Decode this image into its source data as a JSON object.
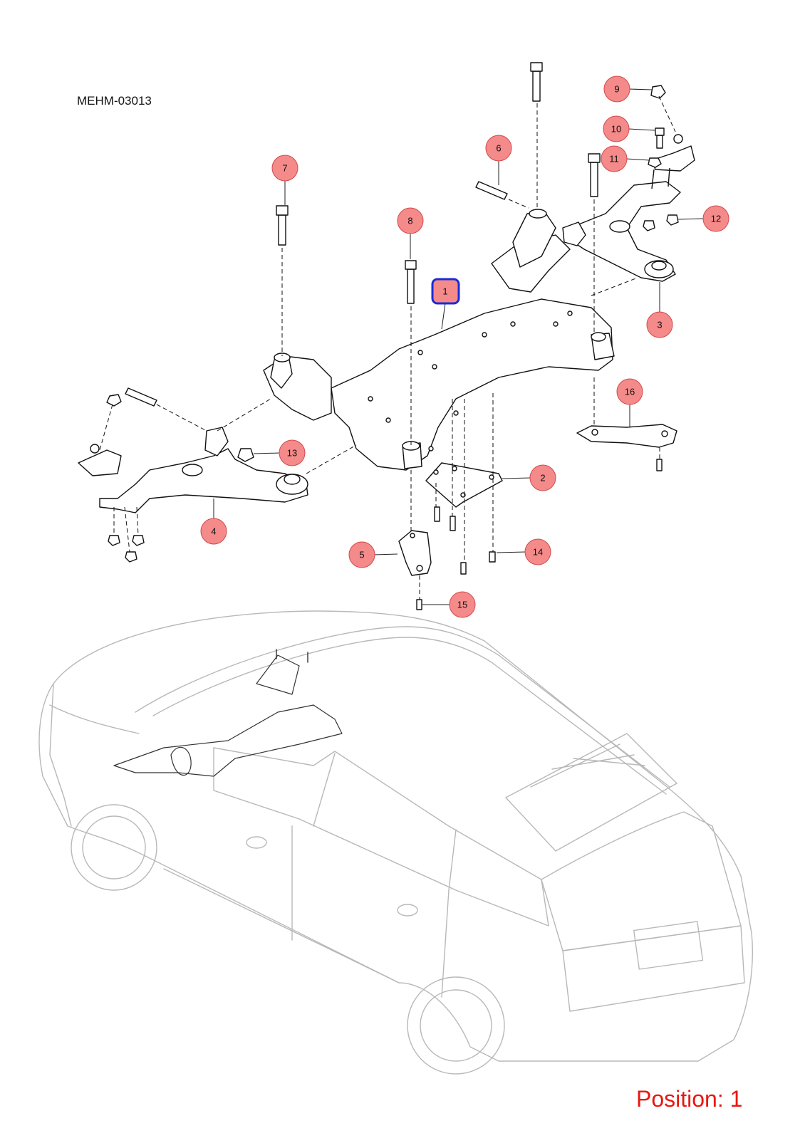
{
  "drawing_code": "MEHM-03013",
  "position_label": "Position: 1",
  "highlight_color": "#1a2cd6",
  "callout_fill": "#f48a8a",
  "position_color": "#e8170f",
  "callouts": [
    "1",
    "2",
    "3",
    "4",
    "5",
    "6",
    "7",
    "8",
    "9",
    "10",
    "11",
    "12",
    "13",
    "14",
    "15",
    "16"
  ]
}
